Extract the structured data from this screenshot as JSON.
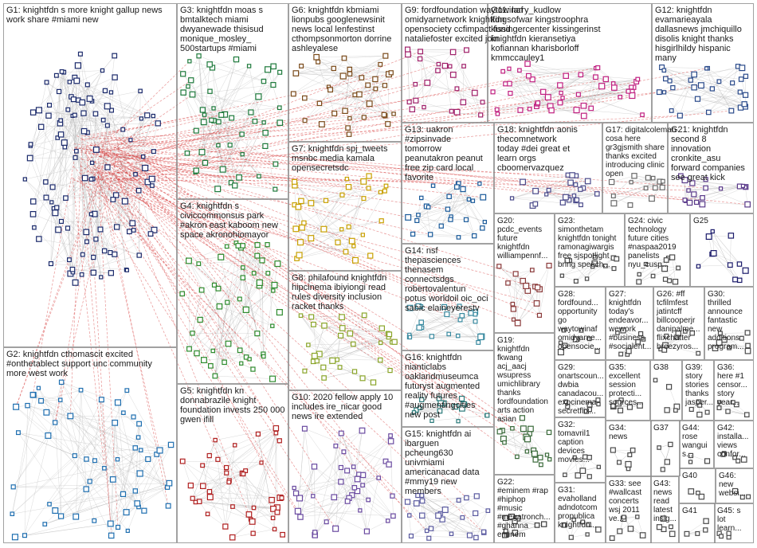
{
  "colors": {
    "background": "#ffffff",
    "box_border": "#8a8a8a",
    "text": "#1a1a1a",
    "edge_gray": "#b8b8b8",
    "edge_red": "#d42a2a"
  },
  "groups": [
    {
      "id": "G1",
      "lines": [
        "G1: knightfdn s more knight gallup news",
        "work share #miami new"
      ],
      "color": "#1b2a6b"
    },
    {
      "id": "G2",
      "lines": [
        "G2: knightfdn cthomascit excited",
        "#onthetablect support unc community",
        "more west work"
      ],
      "color": "#1f6fb0"
    },
    {
      "id": "G3",
      "lines": [
        "G3: knightfdn moas s",
        "bmtalktech miami",
        "dwyanewade thisisud",
        "monique_mosley_",
        "500startups #miami"
      ],
      "color": "#1e7a3c"
    },
    {
      "id": "G4",
      "lines": [
        "G4: knightfdn s",
        "civiccommonsus park",
        "#akron east kaboom new",
        "space akronohiomayor"
      ],
      "color": "#2e8b2e"
    },
    {
      "id": "G5",
      "lines": [
        "G5: knightfdn kn",
        "donnabrazile knight",
        "foundation invests 250 000",
        "gwen ifill"
      ],
      "color": "#b02020"
    },
    {
      "id": "G6",
      "lines": [
        "G6: knightfdn kbmiami",
        "lionpubs googlenewsinit",
        "news local lenfestinst",
        "cthompsonmorton dorrine",
        "ashleyalese"
      ],
      "color": "#7a4a1a"
    },
    {
      "id": "G7",
      "lines": [
        "G7: knightfdn spj_tweets",
        "msnbc media kamala",
        "opensecretsdc"
      ],
      "color": "#c8a000"
    },
    {
      "id": "G8",
      "lines": [
        "G8: philafound knightfdn",
        "hipcinema ibiyiongi read",
        "rules diversity inclusion",
        "racket thanks"
      ],
      "color": "#8aa52a"
    },
    {
      "id": "G9",
      "lines": [
        "G9: fordfoundation waytowinaf",
        "omidyarnetwork knightfdn",
        "opensociety ccfimpact fund",
        "nataliefoster excited join"
      ],
      "color": "#a0206a"
    },
    {
      "id": "G10",
      "lines": [
        "G10: 2020 fellow apply 10",
        "includes ire_nicar good",
        "news ire extended"
      ],
      "color": "#6a4aa0"
    },
    {
      "id": "G11",
      "lines": [
        "G11: larry_kudlow",
        "kingsofwar kingstroophra",
        "kissingercenter kissingerinst",
        "knightfdn kieransetiya",
        "kofiannan kharisborloff",
        "kmmccauley1"
      ],
      "color": "#c02080"
    },
    {
      "id": "G12",
      "lines": [
        "G12: knightfdn",
        "evamarieayala",
        "dallasnews jmchiquillo",
        "disolis knight thanks",
        "hisgirlhildy hispanic",
        "many"
      ],
      "color": "#2a4a8a"
    },
    {
      "id": "G13",
      "lines": [
        "G13: uakron",
        "#zipsinvade",
        "tomorrow",
        "peanutakron peanut",
        "free zip card local",
        "favorite"
      ],
      "color": "#1a5a9a"
    },
    {
      "id": "G14",
      "lines": [
        "G14: nsf",
        "thepasciences",
        "thenasem",
        "connectsdgs",
        "robertovalentun",
        "potus worldoil oic_oci",
        "sabic elaineyerestv"
      ],
      "color": "#3a8aa0"
    },
    {
      "id": "G15",
      "lines": [
        "G15: knightfdn ai",
        "ibarguen",
        "pcheung630",
        "univmiami",
        "americanacad data",
        "#mmy19 new",
        "members"
      ],
      "color": "#5a5aa0"
    },
    {
      "id": "G16",
      "lines": [
        "G16: knightfdn",
        "nianticlabs",
        "oaklandmuseumca",
        "futuryst augmented",
        "reality futures",
        "#augmentingcities",
        "new post"
      ],
      "color": "#2a7a7a"
    },
    {
      "id": "G17",
      "lines": [
        "G17: digitalcoleman",
        "cosa here",
        "gr3gjsmith share",
        "thanks excited",
        "introducing clinic",
        "open"
      ],
      "color": "#6a6a6a"
    },
    {
      "id": "G18",
      "lines": [
        "G18: knightfdn aonis",
        "thecomnetwork",
        "today #dei great et",
        "learn orgs",
        "cboomervazquez"
      ],
      "color": "#4a4a8a"
    },
    {
      "id": "G19",
      "lines": [
        "G19:",
        "knightfdn",
        "fkwang",
        "acj_aacj",
        "wsupress",
        "umichlibrary",
        "thanks",
        "fordfoundation",
        "arts action",
        "asian"
      ],
      "color": "#3a6a3a"
    },
    {
      "id": "G20",
      "lines": [
        "G20:",
        "pcdc_events",
        "future",
        "knightfdn",
        "williampennf..."
      ],
      "color": "#8a3a3a"
    },
    {
      "id": "G21",
      "lines": [
        "G21: knightfdn",
        "second 8",
        "innovation",
        "cronkite_asu",
        "forward companies",
        "see great kick"
      ],
      "color": "#5a3a8a"
    },
    {
      "id": "G22",
      "lines": [
        "G22:",
        "#eminem #rap",
        "#hiphop",
        "#music",
        "#megatronch...",
        "#ghanna",
        "eminem",
        "#50cent"
      ],
      "color": "#3a3a3a"
    },
    {
      "id": "G23",
      "lines": [
        "G23:",
        "simonthetam",
        "knightfdn tonight",
        "ramonagiwargis",
        "free sjspotlight",
        "bring speech..."
      ],
      "color": "#4a4a4a"
    },
    {
      "id": "G24",
      "lines": [
        "G24: civic",
        "technology",
        "future cities",
        "#naspaa2019",
        "panelists",
        "nyu_cusp..."
      ],
      "color": "#4a4a4a"
    },
    {
      "id": "G25",
      "lines": [
        "G25"
      ],
      "color": "#1a1a6a"
    },
    {
      "id": "G26",
      "lines": [
        "G26: #ff",
        "tcfilmfest",
        "jatintcff",
        "billcooperjr",
        "danipalme...",
        "flixchatter",
        "breezyros..."
      ],
      "color": "#4a4a4a"
    },
    {
      "id": "G27",
      "lines": [
        "G27:",
        "knightfdn",
        "today's",
        "endeavor...",
        "wework",
        "#business",
        "#socialent..."
      ],
      "color": "#4a4a4a"
    },
    {
      "id": "G28",
      "lines": [
        "G28:",
        "fordfound...",
        "opportunity",
        "go",
        "waytowinaf",
        "omidyarne...",
        "opensocie..."
      ],
      "color": "#4a4a4a"
    },
    {
      "id": "G29",
      "lines": [
        "G29:",
        "onartscoun...",
        "dwbia",
        "canadacou...",
        "expcinema",
        "secretflix..."
      ],
      "color": "#4a4a4a"
    },
    {
      "id": "G30",
      "lines": [
        "G30:",
        "thrilled",
        "announce",
        "fantastic",
        "new",
        "additions",
        "program..."
      ],
      "color": "#4a4a4a"
    },
    {
      "id": "G31",
      "lines": [
        "G31:",
        "evaholland",
        "adndotcom",
        "propublica",
        "knightfdn..."
      ],
      "color": "#4a4a4a"
    },
    {
      "id": "G32",
      "lines": [
        "G32:",
        "tomavril1",
        "caption",
        "devices",
        "movies..."
      ],
      "color": "#4a4a4a"
    },
    {
      "id": "G33",
      "lines": [
        "G33: see",
        "#wallcast",
        "concerts",
        "wsj 2011",
        "ve..."
      ],
      "color": "#4a4a4a"
    },
    {
      "id": "G34",
      "lines": [
        "G34:",
        "news"
      ],
      "color": "#4a4a4a"
    },
    {
      "id": "G35",
      "lines": [
        "G35:",
        "excellent",
        "session",
        "protecti...",
        "sources..."
      ],
      "color": "#4a4a4a"
    },
    {
      "id": "G36",
      "lines": [
        "G36:",
        "here #1",
        "censor...",
        "story",
        "year..."
      ],
      "color": "#4a4a4a"
    },
    {
      "id": "G37",
      "lines": [
        "G37"
      ],
      "color": "#4a4a4a"
    },
    {
      "id": "G38",
      "lines": [
        "G38"
      ],
      "color": "#4a4a4a"
    },
    {
      "id": "G39",
      "lines": [
        "G39:",
        "story",
        "stories",
        "thanks",
        "jasper..."
      ],
      "color": "#4a4a4a"
    },
    {
      "id": "G40",
      "lines": [
        "G40"
      ],
      "color": "#4a4a4a"
    },
    {
      "id": "G41",
      "lines": [
        "G41"
      ],
      "color": "#4a4a4a"
    },
    {
      "id": "G42",
      "lines": [
        "G42:",
        "installa...",
        "views",
        "confor..."
      ],
      "color": "#4a4a4a"
    },
    {
      "id": "G43",
      "lines": [
        "G43:",
        "news",
        "read",
        "latest",
        "insig..."
      ],
      "color": "#4a4a4a"
    },
    {
      "id": "G44",
      "lines": [
        "G44:",
        "rose",
        "wangui",
        "s..."
      ],
      "color": "#4a4a4a"
    },
    {
      "id": "G45",
      "lines": [
        "G45: s",
        "lot",
        "learn..."
      ],
      "color": "#4a4a4a"
    },
    {
      "id": "G46",
      "lines": [
        "G46:",
        "new",
        "websi..."
      ],
      "color": "#4a4a4a"
    }
  ]
}
